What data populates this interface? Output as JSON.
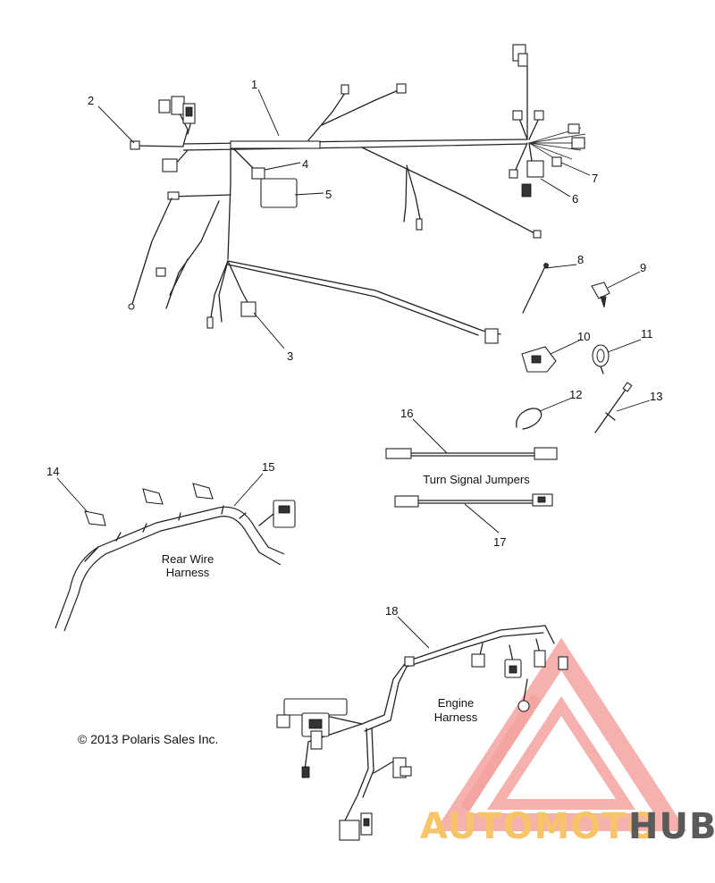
{
  "callouts": [
    "1",
    "2",
    "3",
    "4",
    "5",
    "6",
    "7",
    "8",
    "9",
    "10",
    "11",
    "12",
    "13",
    "14",
    "15",
    "16",
    "17",
    "18"
  ],
  "captions": {
    "turn_signal_jumpers": "Turn Signal Jumpers",
    "rear_wire_harness_line1": "Rear Wire",
    "rear_wire_harness_line2": "Harness",
    "engine_harness_line1": "Engine",
    "engine_harness_line2": "Harness"
  },
  "copyright": "© 2013 Polaris Sales Inc.",
  "watermark": {
    "part1": "AUTOMOTO",
    "part2": "HUB",
    "color_primary": "#f4a3a0",
    "color_secondary": "#f7c46a",
    "color_tertiary": "#5a5a5a"
  }
}
